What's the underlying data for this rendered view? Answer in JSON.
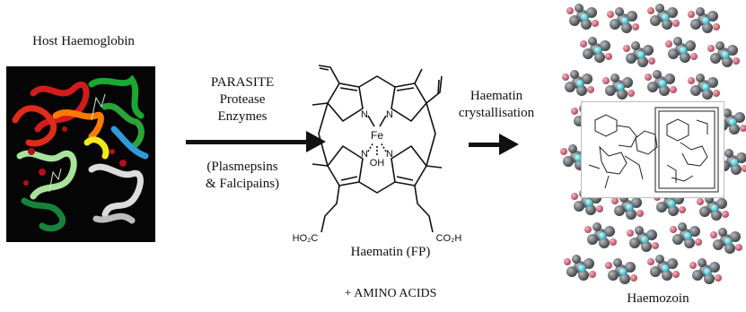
{
  "labels": {
    "host": "Host Haemoglobin",
    "parasite_lines": [
      "PARASITE",
      "Protease",
      "Enzymes"
    ],
    "enzyme_lines": [
      "(Plasmepsins",
      "& Falcipains)"
    ],
    "crystal_lines": [
      "Haematin",
      "crystallisation"
    ],
    "haematin": "Haematin (FP)",
    "amino": "+  AMINO ACIDS",
    "haemozoin": "Haemozoin"
  },
  "atoms": {
    "n1": "N",
    "n2": "N",
    "n3": "N",
    "n4": "N",
    "fe": "Fe",
    "oh": "OH",
    "acid_left": "HO₂C",
    "acid_right": "CO₂H"
  }
}
